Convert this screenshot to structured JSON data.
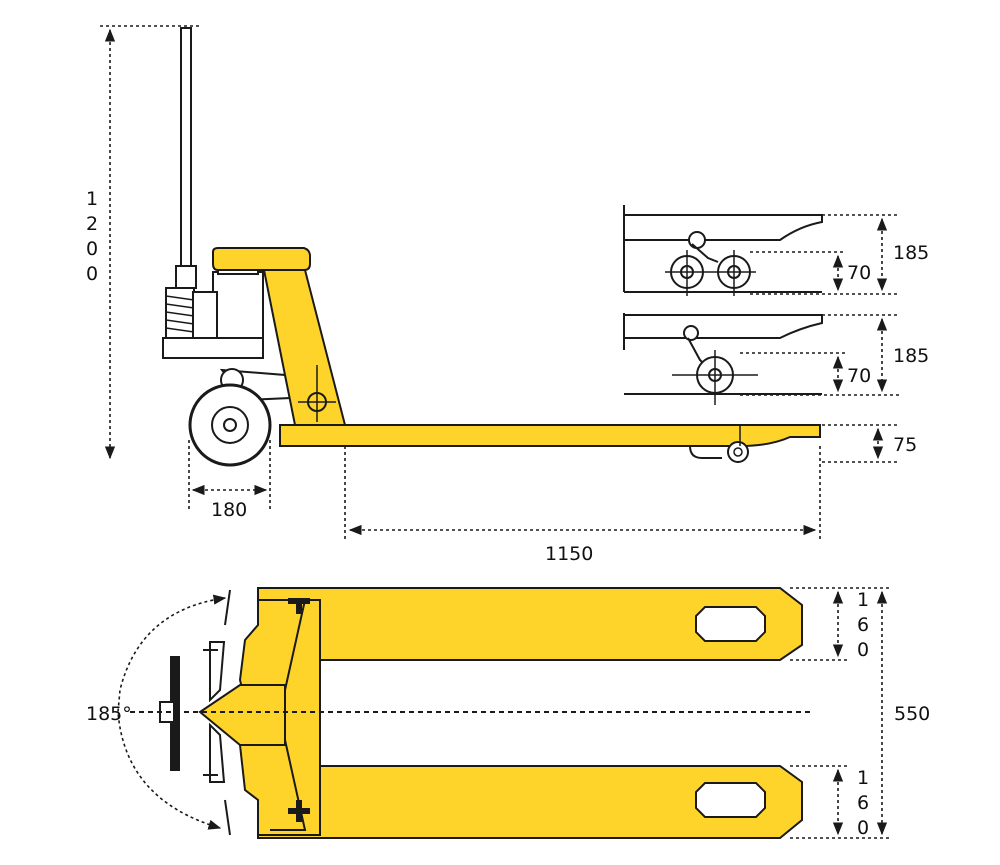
{
  "colors": {
    "body": "#FFD42A",
    "line": "#1A1A1A",
    "background": "#FFFFFF"
  },
  "dimensions": {
    "overall_height": "1200",
    "wheel_width": "180",
    "fork_length": "1150",
    "lowered_height": "75",
    "raised_clearance_top": "185",
    "roller_offset_top": "70",
    "raised_clearance_bottom": "185",
    "roller_offset_bottom": "70",
    "fork_width_top": "160",
    "fork_width_bottom": "160",
    "overall_width": "550",
    "steering_angle": "185°"
  }
}
